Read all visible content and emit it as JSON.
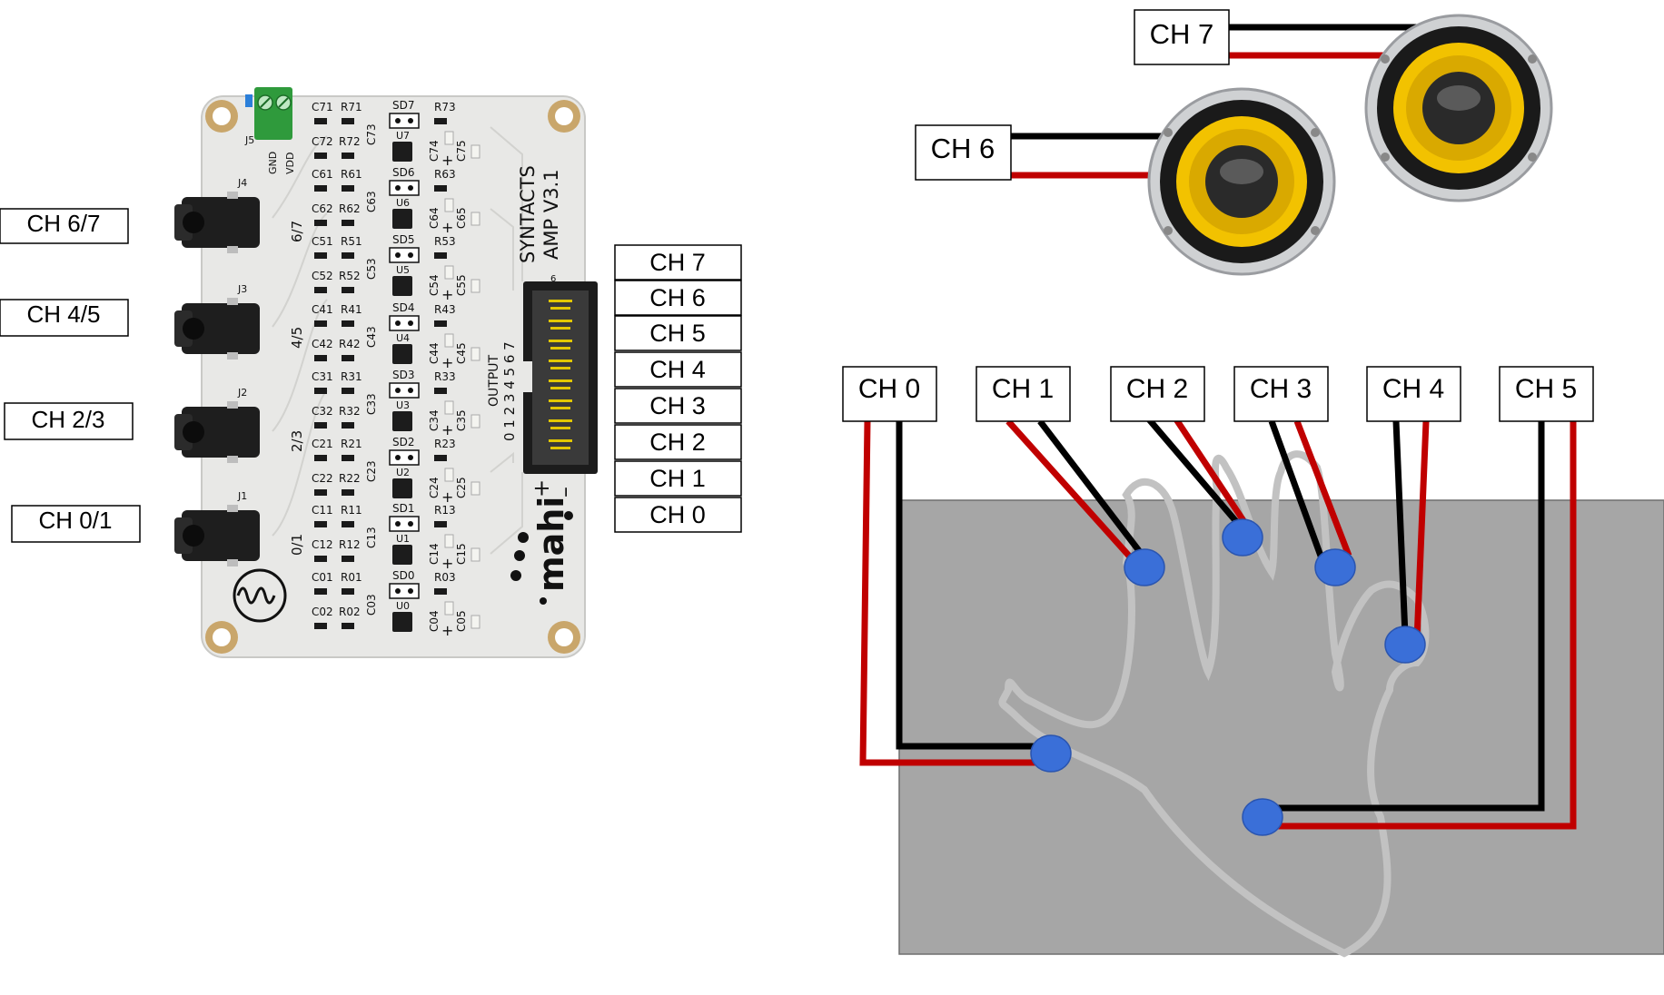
{
  "left_labels": {
    "jack_67": "CH 6/7",
    "jack_45": "CH 4/5",
    "jack_23": "CH 2/3",
    "jack_01": "CH 0/1"
  },
  "output_labels": [
    "CH 7",
    "CH 6",
    "CH 5",
    "CH 4",
    "CH 3",
    "CH 2",
    "CH 1",
    "CH 0"
  ],
  "speaker_labels": {
    "ch7": "CH 7",
    "ch6": "CH 6"
  },
  "hand_labels": [
    "CH 0",
    "CH 1",
    "CH 2",
    "CH 3",
    "CH 4",
    "CH 5"
  ],
  "board": {
    "title_line1": "SYNTACTS",
    "title_line2": "AMP  V3.1",
    "brand": "mahi",
    "output_header": "OUTPUT",
    "output_numbers": "0 1 2 3 4 5 6 7",
    "plus": "+",
    "minus": "–",
    "header_pin": "6",
    "terminal_gnd": "GND",
    "terminal_vdd": "VDD",
    "terminal_ref": "J5",
    "jacks": [
      {
        "ref": "J4",
        "pair": "6/7"
      },
      {
        "ref": "J3",
        "pair": "4/5"
      },
      {
        "ref": "J2",
        "pair": "2/3"
      },
      {
        "ref": "J1",
        "pair": "0/1"
      }
    ],
    "channels": [
      {
        "a": "C71",
        "b": "R71",
        "sd": "SD7",
        "r": "R73",
        "c2": "C72",
        "r2": "R72",
        "cv": "C73",
        "u": "U7",
        "c4": "C74",
        "c5": "C75"
      },
      {
        "a": "C61",
        "b": "R61",
        "sd": "SD6",
        "r": "R63",
        "c2": "C62",
        "r2": "R62",
        "cv": "C63",
        "u": "U6",
        "c4": "C64",
        "c5": "C65"
      },
      {
        "a": "C51",
        "b": "R51",
        "sd": "SD5",
        "r": "R53",
        "c2": "C52",
        "r2": "R52",
        "cv": "C53",
        "u": "U5",
        "c4": "C54",
        "c5": "C55"
      },
      {
        "a": "C41",
        "b": "R41",
        "sd": "SD4",
        "r": "R43",
        "c2": "C42",
        "r2": "R42",
        "cv": "C43",
        "u": "U4",
        "c4": "C44",
        "c5": "C45"
      },
      {
        "a": "C31",
        "b": "R31",
        "sd": "SD3",
        "r": "R33",
        "c2": "C32",
        "r2": "R32",
        "cv": "C33",
        "u": "U3",
        "c4": "C34",
        "c5": "C35"
      },
      {
        "a": "C21",
        "b": "R21",
        "sd": "SD2",
        "r": "R23",
        "c2": "C22",
        "r2": "R22",
        "cv": "C23",
        "u": "U2",
        "c4": "C24",
        "c5": "C25"
      },
      {
        "a": "C11",
        "b": "R11",
        "sd": "SD1",
        "r": "R13",
        "c2": "C12",
        "r2": "R12",
        "cv": "C13",
        "u": "U1",
        "c4": "C14",
        "c5": "C15"
      },
      {
        "a": "C01",
        "b": "R01",
        "sd": "SD0",
        "r": "R03",
        "c2": "C02",
        "r2": "R02",
        "cv": "C03",
        "u": "U0",
        "c4": "C04",
        "c5": "C05"
      }
    ]
  },
  "colors": {
    "wire_red": "#c00000",
    "wire_black": "#000000",
    "electrode": "#3a6fd8",
    "pad": "#a6a6a6",
    "board": "#e8e8e6",
    "terminal": "#2f9a3c",
    "speaker_cone": "#f2c200"
  }
}
